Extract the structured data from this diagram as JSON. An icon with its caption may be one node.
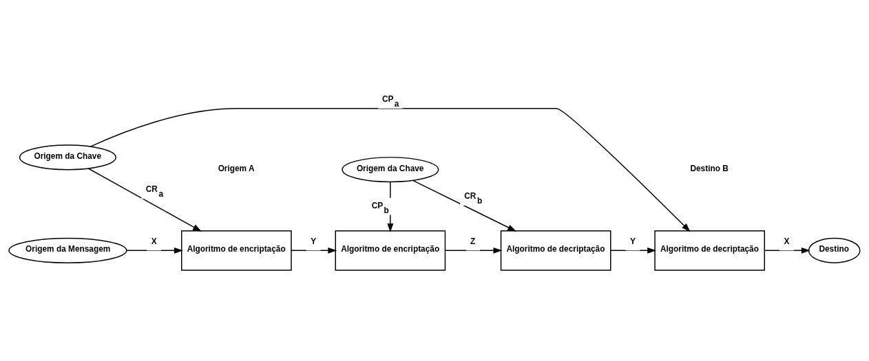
{
  "diagram": {
    "nodes": [
      {
        "text": [
          "Origem da Mensagem"
        ]
      },
      {
        "text": [
          "Algoritmo de encriptação"
        ]
      },
      {
        "text": [
          "Algoritmo de encriptação"
        ]
      },
      {
        "text": [
          "Algoritmo de decriptação"
        ]
      },
      {
        "text": [
          "Algoritmo de decriptação"
        ]
      },
      {
        "text": [
          "Destino"
        ]
      },
      {
        "text": [
          "Origem da Chave"
        ]
      },
      {
        "text": [
          "Origem da Chave"
        ]
      }
    ],
    "edges": [
      {
        "from": 0,
        "to": 1,
        "arrow": "to",
        "label": "X"
      },
      {
        "from": 1,
        "to": 2,
        "arrow": "to",
        "label": "Y"
      },
      {
        "from": 2,
        "to": 3,
        "arrow": "to",
        "label": "Z"
      },
      {
        "from": 3,
        "to": 4,
        "arrow": "to",
        "label": "Y"
      },
      {
        "from": 4,
        "to": 5,
        "arrow": "to",
        "label": "X"
      },
      {
        "from": 7,
        "to": 1,
        "arrow": "to",
        "label": "CR$_{a}$"
      },
      {
        "from": 6,
        "to": 2,
        "arrow": "to",
        "label": "CP$_{b}$"
      },
      {
        "from": 6,
        "to": 3,
        "arrow": "to",
        "label": "CR$_{b}$"
      },
      {
        "from": 7,
        "to": 4,
        "arrow": "to",
        "label": "CP$_{a}$"
      }
    ],
    "labels": [
      "Origem A",
      "Destino B"
    ]
  }
}
